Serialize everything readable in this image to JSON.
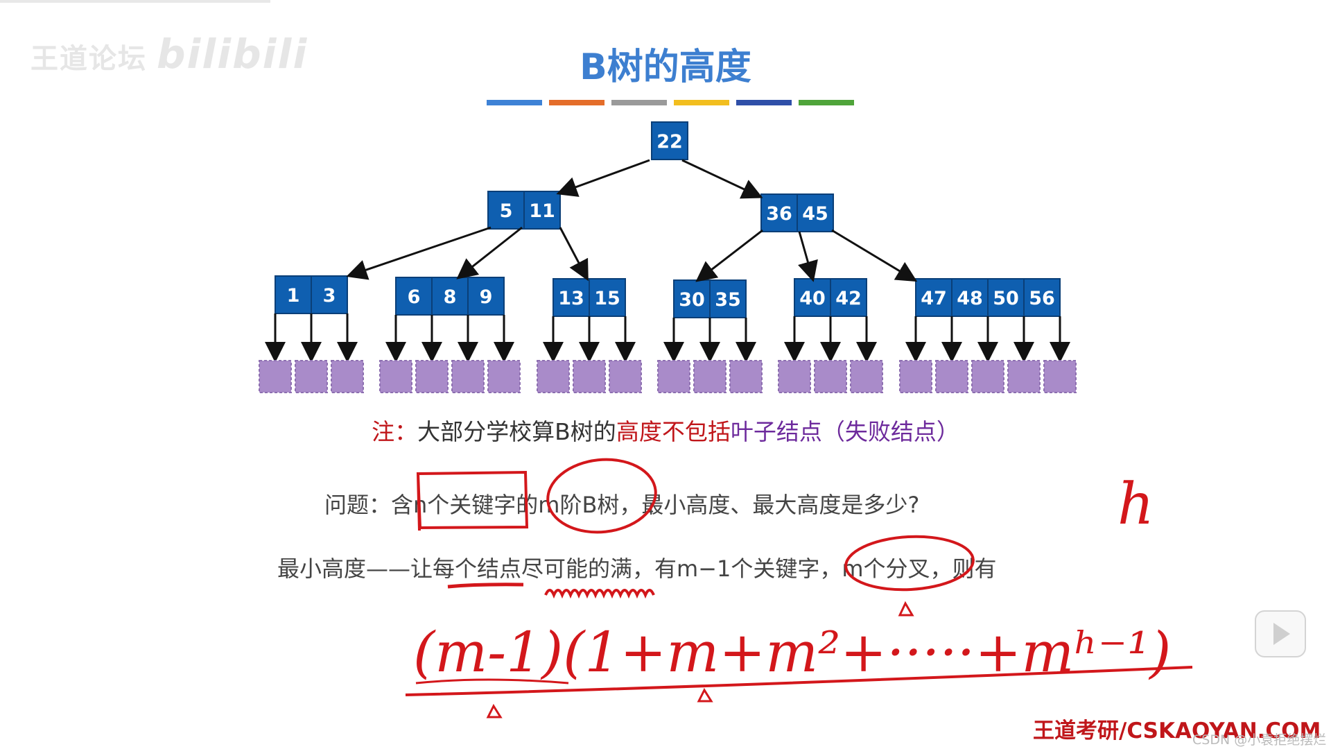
{
  "watermark": {
    "text": "王道论坛",
    "bili": "bilibili"
  },
  "title": "B树的高度",
  "color_bar": [
    "#3e82d6",
    "#e46d2a",
    "#9a9a9a",
    "#f2be1f",
    "#2f4fa8",
    "#4fa43a"
  ],
  "tree": {
    "root": [
      "22"
    ],
    "level2": [
      [
        "5",
        "11"
      ],
      [
        "36",
        "45"
      ]
    ],
    "level3": [
      [
        "1",
        "3"
      ],
      [
        "6",
        "8",
        "9"
      ],
      [
        "13",
        "15"
      ],
      [
        "30",
        "35"
      ],
      [
        "40",
        "42"
      ],
      [
        "47",
        "48",
        "50",
        "56"
      ]
    ],
    "node_color": "#0f5fb0",
    "leaf_color": "#a98bc9"
  },
  "note": {
    "prefix": "注：",
    "middle": "大部分学校算B树的",
    "red_part": "高度不包括",
    "purple_part": "叶子结点（失败结点）"
  },
  "question": "问题：含n个关键字的m阶B树，最小高度、最大高度是多少?",
  "min_height_line": "最小高度——让每个结点尽可能的满，有m−1个关键字，m个分叉，则有",
  "handwriting": {
    "h_mark": "h",
    "formula": "(m-1)(1+m+m²+·····+mʰ⁻¹)"
  },
  "footer": "王道考研/CSKAOYAN.COM",
  "csdn": "CSDN @小袁拒绝摆烂"
}
